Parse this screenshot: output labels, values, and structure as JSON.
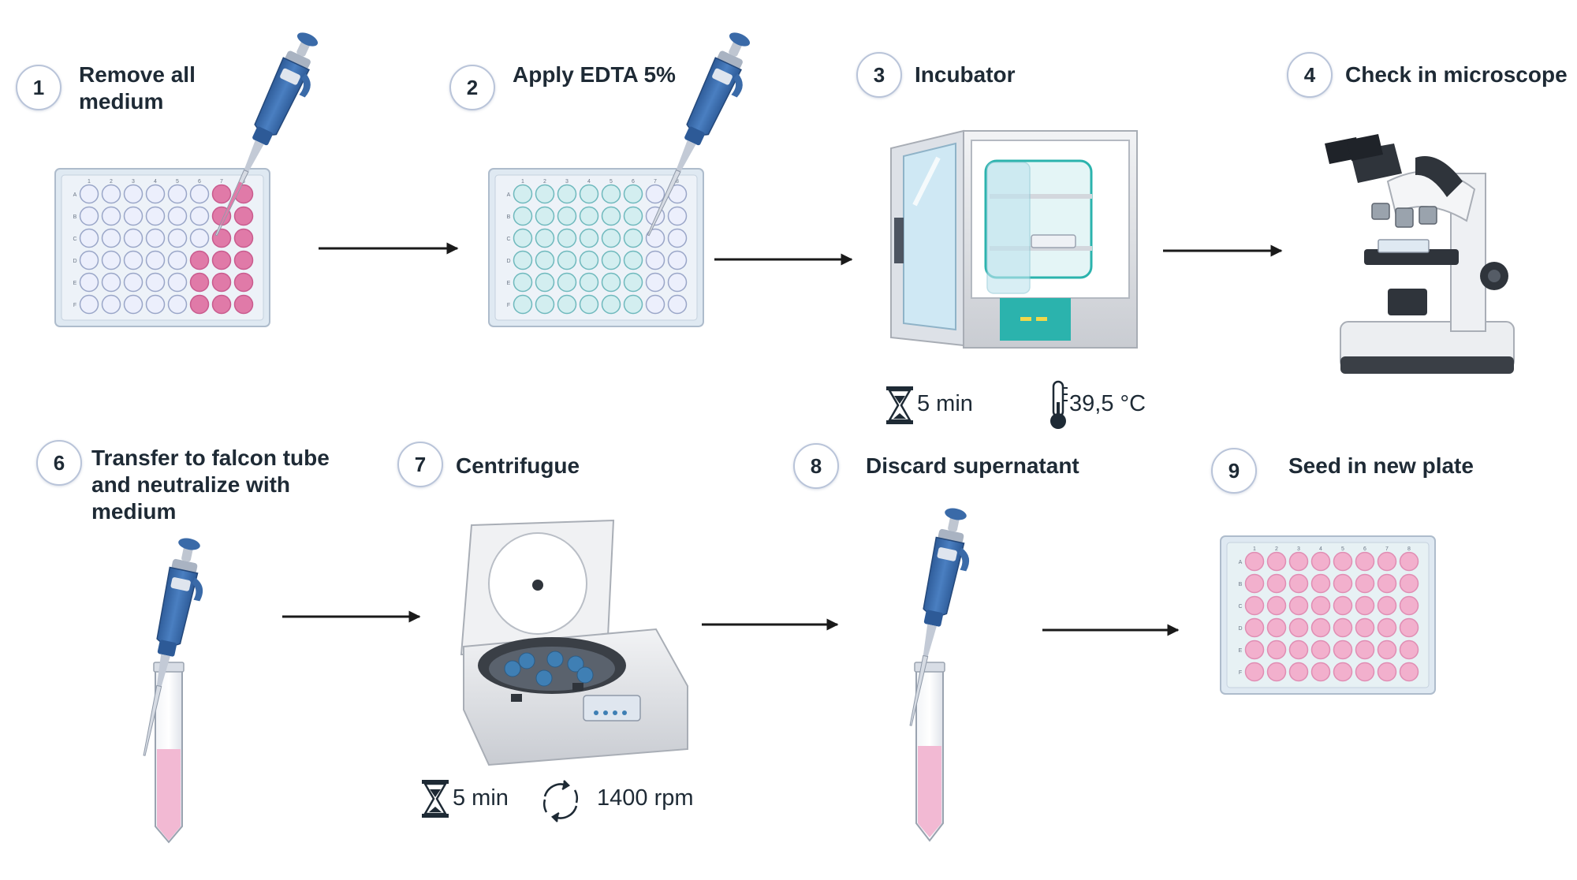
{
  "steps": [
    {
      "number": "1",
      "label": "Remove all\nmedium"
    },
    {
      "number": "2",
      "label": "Apply EDTA 5%"
    },
    {
      "number": "3",
      "label": "Incubator"
    },
    {
      "number": "4",
      "label": "Check in microscope"
    },
    {
      "number": "6",
      "label": "Transfer to falcon tube\nand neutralize with\nmedium"
    },
    {
      "number": "7",
      "label": "Centrifugue"
    },
    {
      "number": "8",
      "label": "Discard supernatant"
    },
    {
      "number": "9",
      "label": "Seed in new plate"
    }
  ],
  "incubation": {
    "time": "5 min",
    "temperature": "39,5 °C"
  },
  "centrifugation": {
    "time": "5 min",
    "speed": "1400 rpm"
  },
  "plate_labels": {
    "columns": [
      "1",
      "2",
      "3",
      "4",
      "5",
      "6",
      "7",
      "8"
    ],
    "rows": [
      "A",
      "B",
      "C",
      "D",
      "E",
      "F"
    ]
  },
  "colors": {
    "text": "#1e2a35",
    "medium_pink": "#e07aa8",
    "edta_teal": "#d3eef0",
    "empty_well": "#eceffc",
    "pipette_blue": "#3a6aa8",
    "incubator_teal": "#2bb3ad",
    "arrow": "#1a1a1a"
  },
  "icons": [
    "pipette-icon",
    "well-plate-icon",
    "incubator-icon",
    "microscope-icon",
    "hourglass-icon",
    "thermometer-icon",
    "falcon-tube-icon",
    "centrifuge-icon",
    "rotation-icon",
    "arrow-right-icon"
  ]
}
